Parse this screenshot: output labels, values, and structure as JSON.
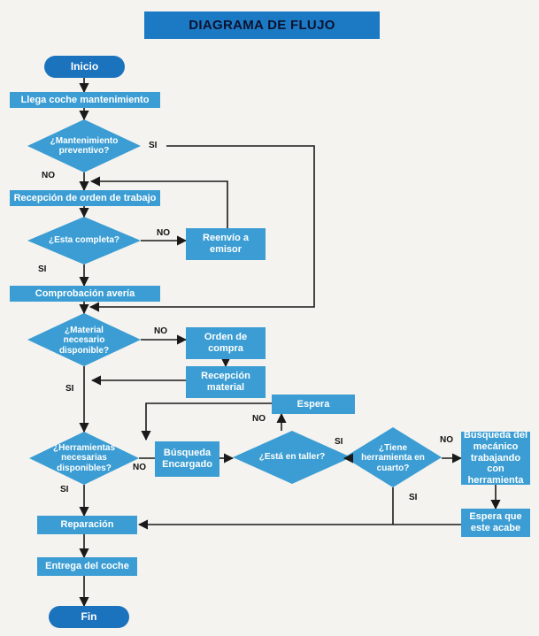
{
  "title": "DIAGRAMA DE FLUJO",
  "colors": {
    "box": "#3b9dd3",
    "terminal": "#1b72bd",
    "title_bg": "#1b7ac3",
    "line": "#1a1a1a"
  },
  "nodes": {
    "inicio": "Inicio",
    "llega": "Llega coche  mantenimiento",
    "q_mantenimiento": "¿Mantenimiento preventivo?",
    "recepcion_orden": "Recepción de orden de trabajo",
    "q_completa": "¿Esta completa?",
    "reenvio": "Reenvío a emisor",
    "comprobacion": "Comprobación avería",
    "q_material": "¿Material necesario disponible?",
    "orden_compra": "Orden de compra",
    "recepcion_material": "Recepción material",
    "espera": "Espera",
    "q_herramientas": "¿Herramientas necesarias disponibles?",
    "busqueda_encargado": "Búsqueda Encargado",
    "q_taller": "¿Está en taller?",
    "q_cuarto": "¿Tiene herramienta en cuarto?",
    "busqueda_mecanico": "Búsqueda del mecánico trabajando con herramienta",
    "espera_acabe": "Espera que este acabe",
    "reparacion": "Reparación",
    "entrega": "Entrega del coche",
    "fin": "Fin"
  },
  "edge_labels": {
    "mant_si": "SI",
    "mant_no": "NO",
    "completa_no": "NO",
    "completa_si": "SI",
    "material_no": "NO",
    "material_si": "SI",
    "herr_no": "NO",
    "herr_si": "SI",
    "taller_no": "NO",
    "taller_si": "SI",
    "cuarto_no": "NO",
    "cuarto_si": "SI"
  }
}
